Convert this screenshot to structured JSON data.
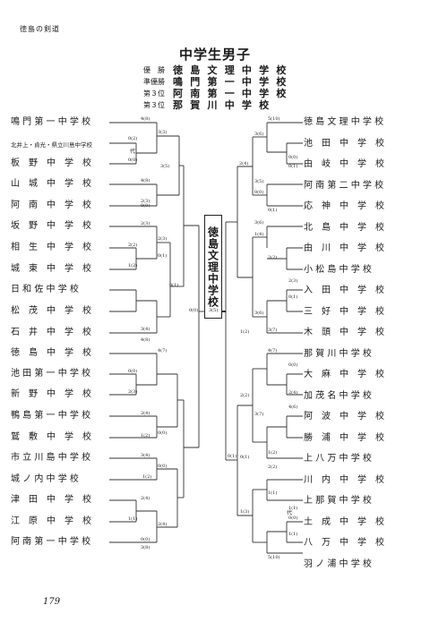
{
  "page_header": "徳島の剣道",
  "title": "中学生男子",
  "results": [
    {
      "rank": "優　勝",
      "team": "徳 島 文 理 中 学 校"
    },
    {
      "rank": "準優勝",
      "team": "鳴 門 第 一 中 学 校"
    },
    {
      "rank": "第３位",
      "team": "阿 南 第 一 中 学 校"
    },
    {
      "rank": "第３位",
      "team": "那 賀 川 中 学 校"
    }
  ],
  "left_teams": [
    "鳴 門 第 一 中 学 校",
    "北井上・貞光・県立川島中学校",
    "板　野　中　学　校",
    "山　城　中　学　校",
    "阿　南　中　学　校",
    "坂　野　中　学　校",
    "相　生　中　学　校",
    "城　東　中　学　校",
    "日 和 佐 中 学 校",
    "松　茂　中　学　校",
    "石　井　中　学　校",
    "徳　島　中　学　校",
    "池 田 第 一 中 学 校",
    "新　野　中　学　校",
    "鴨 島 第 一 中 学 校",
    "鷲　敷　中　学　校",
    "市 立 川 島 中 学 校",
    "城 ノ 内 中 学 校",
    "津　田　中　学　校",
    "江　原　中　学　校",
    "阿 南 第 一 中 学 校"
  ],
  "right_teams": [
    "徳 島 文 理 中 学 校",
    "池　田　中　学　校",
    "由　岐　中　学　校",
    "阿 南 第 二 中 学 校",
    "応　神　中　学　校",
    "北　島　中　学　校",
    "由　川　中　学　校",
    "小 松 島 中 学 校",
    "入　田　中　学　校",
    "三　好　中　学　校",
    "木　頭　中　学　校",
    "那 賀 川 中 学 校",
    "大　麻　中　学　校",
    "加 茂 名 中 学 校",
    "阿　波　中　学　校",
    "勝　浦　中　学　校",
    "上 八 万 中 学 校",
    "川　内　中　学　校",
    "上 那 賀 中 学 校",
    "土　成　中　学　校",
    "八　万　中　学　校",
    "羽 ノ 浦 中 学 校"
  ],
  "champion_box": "徳島文理中学校",
  "page_number": "179",
  "scores": {
    "l1": "4(8)",
    "l2": "0(2)",
    "l3": "3(3)",
    "l4": "0(0)",
    "l5": "4(8)",
    "l6": "2(3)",
    "l7": "3(5)",
    "l8": "0(0)",
    "l9": "2(3)",
    "l10": "2(2)",
    "l11": "1(2)",
    "l12": "2(3)",
    "l13": "0(1)",
    "l14": "3(4)",
    "l15": "4(8)",
    "l16": "4(7)",
    "l17": "0(0)",
    "l18": "2(3)",
    "l19": "2(4)",
    "l20": "0(0)",
    "l21": "1(2)",
    "l22": "3(4)",
    "l23": "0(0)",
    "l24": "2(4)",
    "l25": "1(1)",
    "l26": "2(4)",
    "l27": "0(0)",
    "l28": "3(8)",
    "l29": "1(2)",
    "l30": "0(1)",
    "l31": "0(0)",
    "l32": "3(5)",
    "r1": "5(10)",
    "r2": "3(6)",
    "r3": "0(0)",
    "r4": "2(4)",
    "r5": "0(1)",
    "r6": "3(5)",
    "r7": "0(0)",
    "r8": "0(1)",
    "r9": "3(6)",
    "r10": "1(4)",
    "r11": "2(2)",
    "r12": "2(3)",
    "r13": "0(1)",
    "r14": "3(6)",
    "r15": "3(7)",
    "r16": "4(7)",
    "r17": "0(0)",
    "r18": "2(4)",
    "r19": "4(6)",
    "r20": "3(7)",
    "r21": "1(2)",
    "r22": "2(2)",
    "r23": "1(1)",
    "r24": "1(1)",
    "r25": "0(0)",
    "r26": "1(1)",
    "r27": "5(10)",
    "r28": "1(2)",
    "r29": "2(2)",
    "r30": "1(3)",
    "r31": "0(1)",
    "r32": "0(1)",
    "daihyo": "代"
  }
}
